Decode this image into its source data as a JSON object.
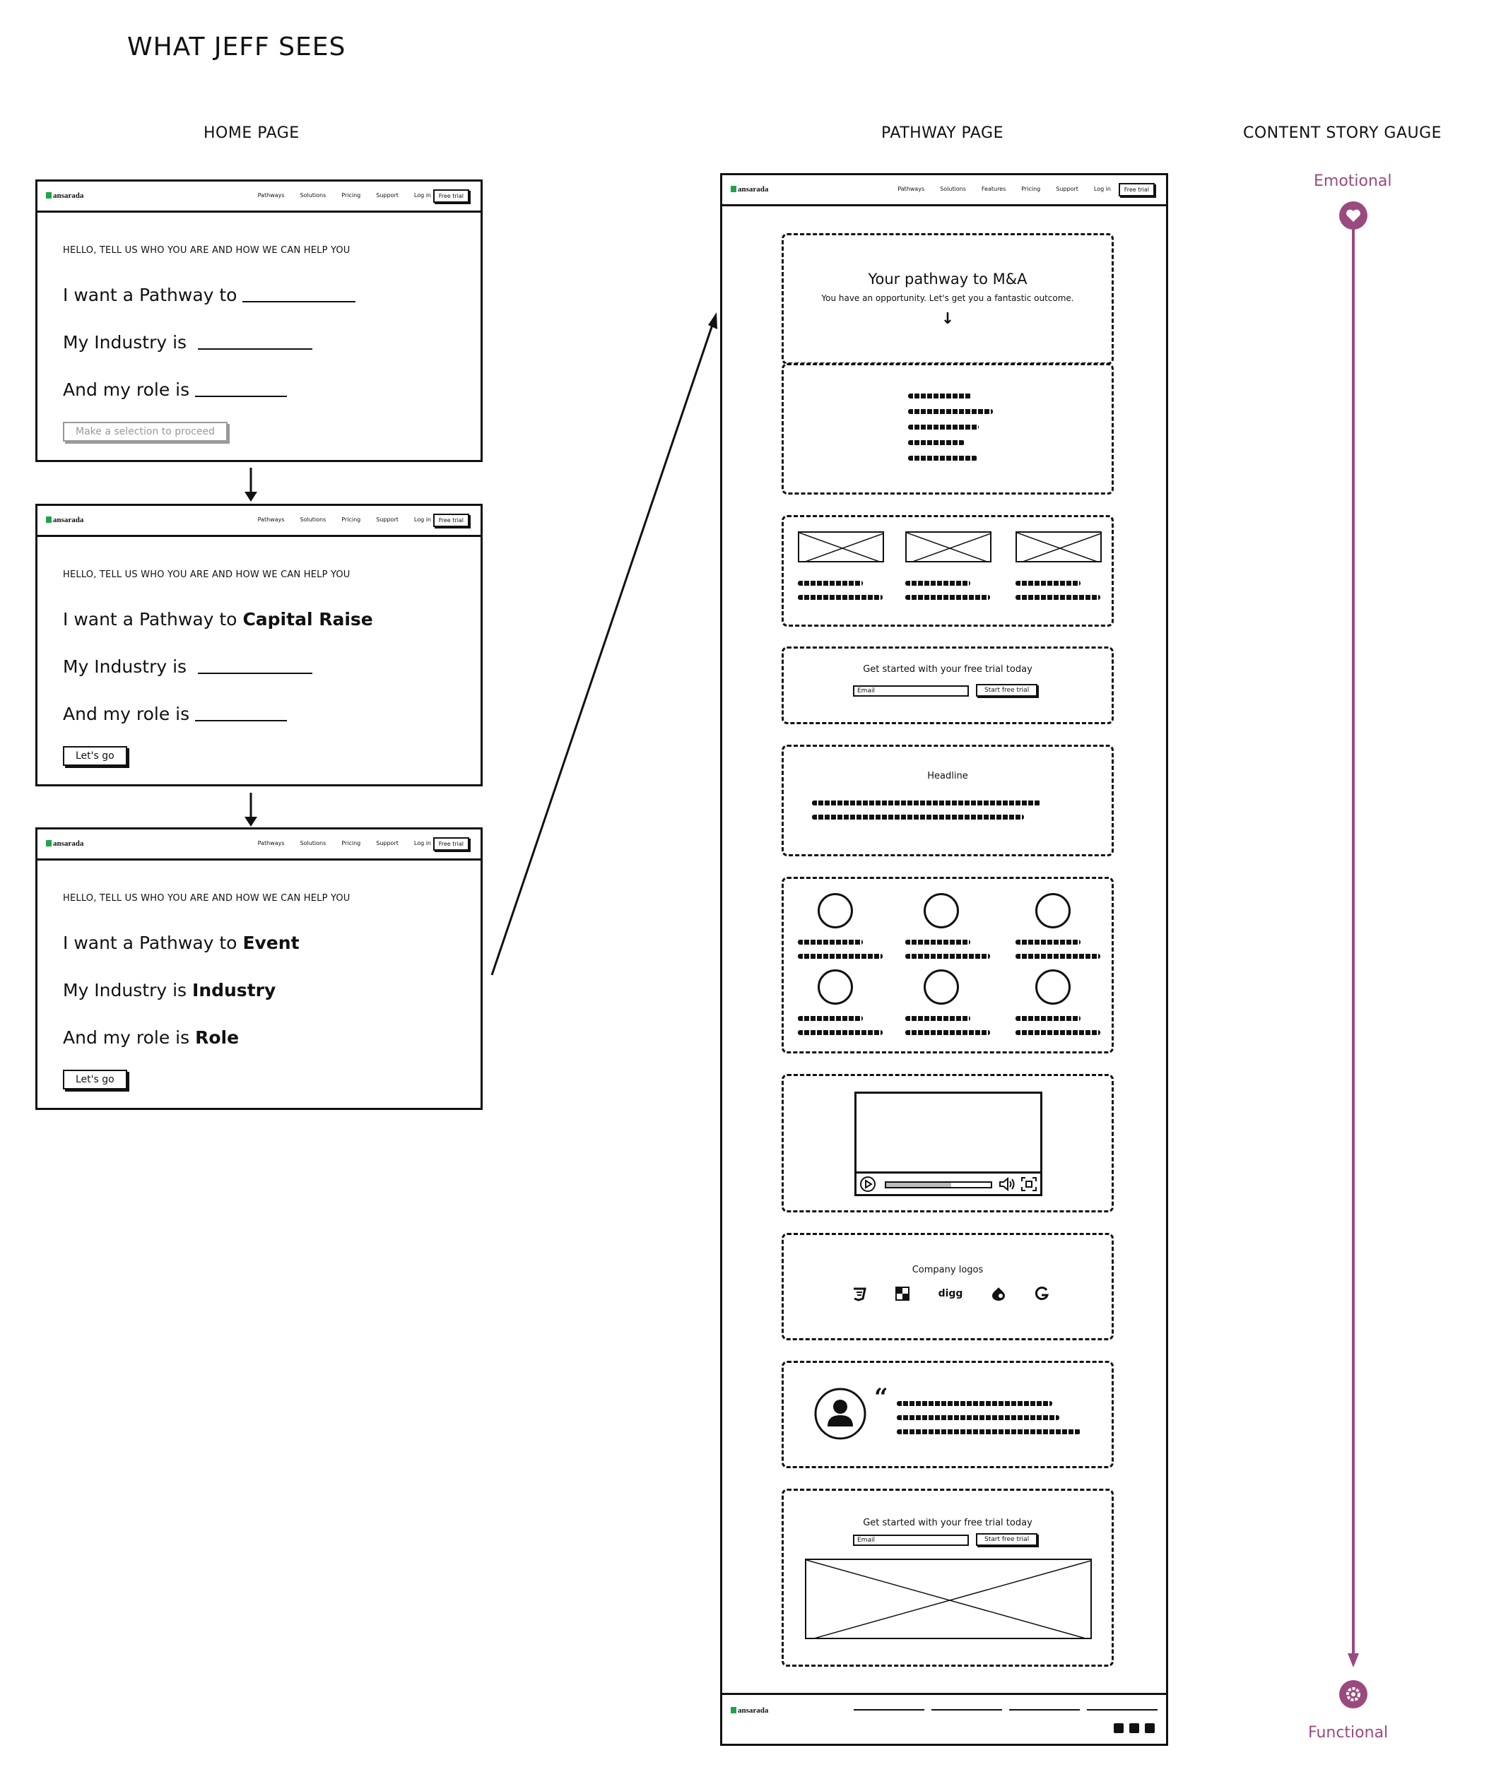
{
  "title": "WHAT JEFF SEES",
  "columns": {
    "home": "HOME PAGE",
    "pathway": "PATHWAY PAGE",
    "gauge": "CONTENT STORY GAUGE"
  },
  "nav": {
    "logo": "ansarada",
    "links": [
      "Pathways",
      "Solutions",
      "Pricing",
      "Support",
      "Log in"
    ],
    "trial": "Free trial"
  },
  "pathway_nav": {
    "links": [
      "Pathways",
      "Solutions",
      "Features",
      "Pricing",
      "Support",
      "Log in"
    ]
  },
  "home_frames": [
    {
      "hello": "HELLO, TELL US WHO YOU ARE AND HOW WE CAN HELP YOU",
      "pathway_prefix": "I want a Pathway to",
      "pathway_value": "",
      "industry_prefix": "My Industry is",
      "industry_value": "",
      "role_prefix": "And my role is",
      "role_value": "",
      "button": "Make a selection to proceed"
    },
    {
      "hello": "HELLO, TELL US WHO YOU ARE AND HOW WE CAN HELP YOU",
      "pathway_prefix": "I want a Pathway to",
      "pathway_value": "Capital Raise",
      "industry_prefix": "My Industry is",
      "industry_value": "",
      "role_prefix": "And my role is",
      "role_value": "",
      "button": "Let's go"
    },
    {
      "hello": "HELLO, TELL US WHO YOU ARE AND HOW WE CAN HELP YOU",
      "pathway_prefix": "I want a Pathway to",
      "pathway_value": "Event",
      "industry_prefix": "My Industry is",
      "industry_value": "Industry",
      "role_prefix": "And my role is",
      "role_value": "Role",
      "button": "Let's go"
    }
  ],
  "pathway": {
    "hero_title": "Your pathway to M&A",
    "hero_sub": "You have an opportunity. Let's get you a fantastic outcome.",
    "cta1_title": "Get started with your free trial today",
    "email_placeholder": "Email",
    "start_trial": "Start free trial",
    "headline": "Headline",
    "logos_title": "Company logos",
    "logos": [
      "css3-icon",
      "delicious-icon",
      "digg",
      "drupal-icon",
      "google-icon"
    ],
    "cta2_title": "Get started with your free trial today"
  },
  "gauge": {
    "top": "Emotional",
    "bottom": "Functional",
    "color": "#9a4a7e"
  },
  "colors": {
    "brand_green": "#1fa34a"
  }
}
